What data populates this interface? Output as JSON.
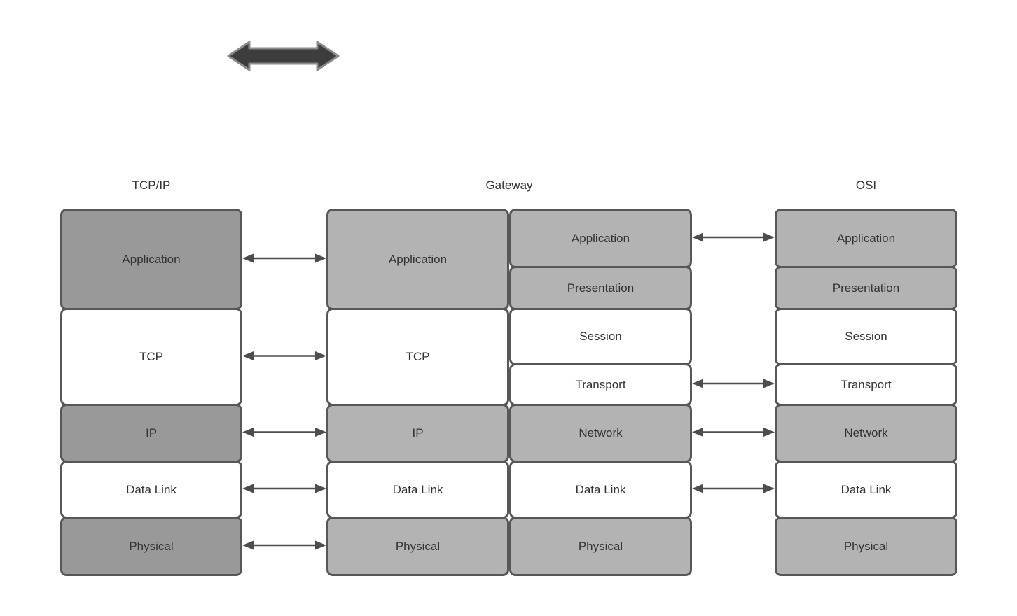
{
  "headers": {
    "tcpip": "TCP/IP",
    "gateway": "Gateway",
    "osi": "OSI"
  },
  "stacks": {
    "tcpip": [
      {
        "label": "Application",
        "fill": "dark"
      },
      {
        "label": "TCP",
        "fill": "white"
      },
      {
        "label": "IP",
        "fill": "dark"
      },
      {
        "label": "Data Link",
        "fill": "white"
      },
      {
        "label": "Physical",
        "fill": "dark"
      }
    ],
    "gateway_left": [
      {
        "label": "Application",
        "fill": "light"
      },
      {
        "label": "TCP",
        "fill": "white"
      },
      {
        "label": "IP",
        "fill": "light"
      },
      {
        "label": "Data Link",
        "fill": "white"
      },
      {
        "label": "Physical",
        "fill": "light"
      }
    ],
    "gateway_right": [
      {
        "label": "Application",
        "fill": "light"
      },
      {
        "label": "Presentation",
        "fill": "light"
      },
      {
        "label": "Session",
        "fill": "white"
      },
      {
        "label": "Transport",
        "fill": "white"
      },
      {
        "label": "Network",
        "fill": "light"
      },
      {
        "label": "Data Link",
        "fill": "white"
      },
      {
        "label": "Physical",
        "fill": "light"
      }
    ],
    "osi": [
      {
        "label": "Application",
        "fill": "light"
      },
      {
        "label": "Presentation",
        "fill": "light"
      },
      {
        "label": "Session",
        "fill": "white"
      },
      {
        "label": "Transport",
        "fill": "white"
      },
      {
        "label": "Network",
        "fill": "light"
      },
      {
        "label": "Data Link",
        "fill": "white"
      },
      {
        "label": "Physical",
        "fill": "light"
      }
    ]
  },
  "connections": {
    "tcpip_gateway": [
      "Application",
      "TCP",
      "IP",
      "Data Link",
      "Physical"
    ],
    "gateway_osi": [
      "Application",
      "Transport",
      "Network",
      "Data Link"
    ]
  },
  "icons": {
    "top_arrow": "bidirectional-arrow"
  },
  "colors": {
    "fill_dark": "#999999",
    "fill_light": "#b3b3b3",
    "fill_white": "#ffffff",
    "border": "#575757",
    "text": "#333333",
    "connector": "#4d4d4d",
    "thick_arrow_fill": "#3d3d3d",
    "thick_arrow_stroke": "#8c8c8c"
  }
}
